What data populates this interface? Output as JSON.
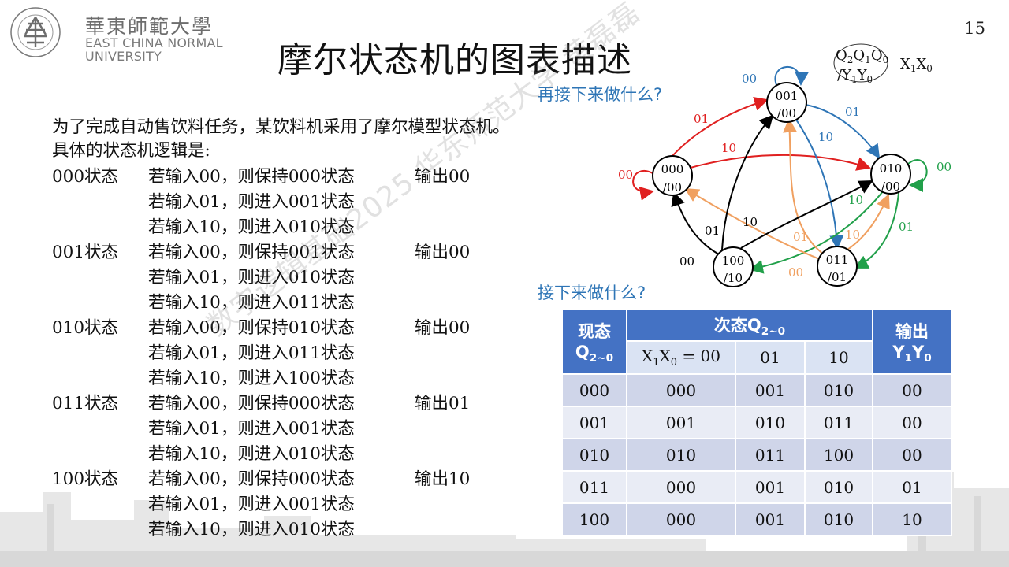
{
  "logo": {
    "cn": "華東師範大學",
    "en_line1": "EAST CHINA NORMAL",
    "en_line2": "UNIVERSITY",
    "seal_text": "EAST CHINA NORMAL UNIVERSITY"
  },
  "page_number": "15",
  "title": "摩尔状态机的图表描述",
  "question_1": "再接下来做什么?",
  "question_2": "接下来做什么?",
  "intro": {
    "line1": "为了完成自动售饮料任务，某饮料机采用了摩尔模型状态机。",
    "line2": "具体的状态机逻辑是:"
  },
  "rules": [
    {
      "state": "000状态",
      "cond": "若输入00，则保持000状态",
      "out": "输出00"
    },
    {
      "state": "",
      "cond": "若输入01，则进入001状态",
      "out": ""
    },
    {
      "state": "",
      "cond": "若输入10，则进入010状态",
      "out": ""
    },
    {
      "state": "001状态",
      "cond": "若输入00，则保持001状态",
      "out": "输出00"
    },
    {
      "state": "",
      "cond": "若输入01，则进入010状态",
      "out": ""
    },
    {
      "state": "",
      "cond": "若输入10，则进入011状态",
      "out": ""
    },
    {
      "state": "010状态",
      "cond": "若输入00，则保持010状态",
      "out": "输出00"
    },
    {
      "state": "",
      "cond": "若输入01，则进入011状态",
      "out": ""
    },
    {
      "state": "",
      "cond": "若输入10，则进入100状态",
      "out": ""
    },
    {
      "state": "011状态",
      "cond": "若输入00，则保持000状态",
      "out": "输出01"
    },
    {
      "state": "",
      "cond": "若输入01，则进入001状态",
      "out": ""
    },
    {
      "state": "",
      "cond": "若输入10，则进入010状态",
      "out": ""
    },
    {
      "state": "100状态",
      "cond": "若输入00，则保持000状态",
      "out": "输出10"
    },
    {
      "state": "",
      "cond": "若输入01，则进入001状态",
      "out": ""
    },
    {
      "state": "",
      "cond": "若输入10，则进入010状态",
      "out": ""
    }
  ],
  "diagram": {
    "legend_input": "X1X0",
    "nodes": [
      {
        "state": "000",
        "output": "/00"
      },
      {
        "state": "001",
        "output": "/00"
      },
      {
        "state": "010",
        "output": "/00"
      },
      {
        "state": "011",
        "output": "/01"
      },
      {
        "state": "100",
        "output": "/10"
      }
    ],
    "edge_labels": {
      "self_000": "00",
      "self_001": "00",
      "self_010": "00",
      "e000_001": "01",
      "e000_010": "10",
      "e001_010": "01",
      "e001_011": "10",
      "e010_011": "01",
      "e010_100": "10",
      "e011_000": "00",
      "e011_001": "01",
      "e011_010": "10",
      "e100_000": "00",
      "e100_001": "01",
      "e100_010": "10"
    },
    "colors": {
      "from_000": "#e02020",
      "from_001": "#2e75b6",
      "from_010": "#21a04a",
      "from_011": "#f0a060",
      "from_100": "#000000"
    }
  },
  "table": {
    "h_current": "现态",
    "h_next": "次态",
    "h_output": "输出",
    "sub_labels": [
      "= 00",
      "01",
      "10"
    ],
    "rows": [
      [
        "000",
        "000",
        "001",
        "010",
        "00"
      ],
      [
        "001",
        "001",
        "010",
        "011",
        "00"
      ],
      [
        "010",
        "010",
        "011",
        "100",
        "00"
      ],
      [
        "011",
        "000",
        "001",
        "010",
        "01"
      ],
      [
        "100",
        "000",
        "001",
        "010",
        "10"
      ]
    ]
  },
  "watermark": "数字逻辑基础2025 华东师范大学 黄磊磊"
}
